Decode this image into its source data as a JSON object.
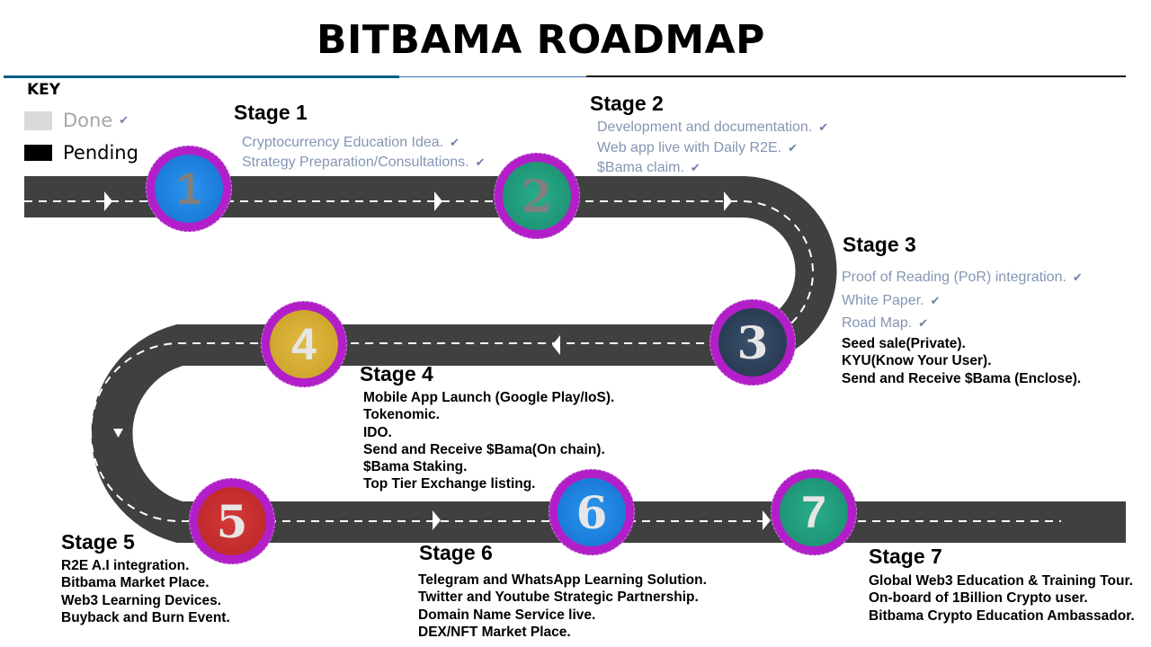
{
  "title": "BITBAMA ROADMAP",
  "key": {
    "heading": "KEY",
    "done_label": "Done",
    "pending_label": "Pending",
    "check_icon": "✔",
    "done_color": "#d9d9d9",
    "pending_color": "#000000"
  },
  "colors": {
    "road": "#404040",
    "marker_ring": "#b21fc9",
    "done_text": "#8495b3",
    "pending_text": "#000000"
  },
  "stages": [
    {
      "number": "1",
      "title": "Stage 1",
      "color": "#1b7fe0",
      "digit_color": "#7f7f7f",
      "items": [
        {
          "text": "Cryptocurrency  Education Idea.",
          "status": "done"
        },
        {
          "text": "Strategy Preparation/Consultations.",
          "status": "done"
        }
      ]
    },
    {
      "number": "2",
      "title": "Stage 2",
      "color": "#1f9e7c",
      "digit_color": "#7f7f7f",
      "items": [
        {
          "text": "Development and documentation.",
          "status": "done"
        },
        {
          "text": "Web app live with Daily R2E.",
          "status": "done"
        },
        {
          "text": "$Bama claim.",
          "status": "done"
        }
      ]
    },
    {
      "number": "3",
      "title": "Stage 3",
      "color": "#2b3d54",
      "digit_color": "#e6e6e6",
      "items": [
        {
          "text": "Proof of Reading (PoR) integration.",
          "status": "done"
        },
        {
          "text": "White Paper.",
          "status": "done"
        },
        {
          "text": "Road Map.",
          "status": "done"
        },
        {
          "text": "Seed sale(Private).",
          "status": "pending"
        },
        {
          "text": "KYU(Know Your User).",
          "status": "pending"
        },
        {
          "text": "Send and Receive $Bama (Enclose).",
          "status": "pending"
        }
      ]
    },
    {
      "number": "4",
      "title": "Stage 4",
      "color": "#d4ac2e",
      "digit_color": "#e6e6e6",
      "items": [
        {
          "text": "Mobile App Launch (Google Play/IoS).",
          "status": "pending"
        },
        {
          "text": "Tokenomic.",
          "status": "pending"
        },
        {
          "text": "IDO.",
          "status": "pending"
        },
        {
          "text": "Send and Receive $Bama(On chain).",
          "status": "pending"
        },
        {
          "text": "$Bama Staking.",
          "status": "pending"
        },
        {
          "text": "Top Tier Exchange listing.",
          "status": "pending"
        }
      ]
    },
    {
      "number": "5",
      "title": "Stage 5",
      "color": "#c62b2b",
      "digit_color": "#e6e6e6",
      "items": [
        {
          "text": "R2E A.I integration.",
          "status": "pending"
        },
        {
          "text": "Bitbama Market Place.",
          "status": "pending"
        },
        {
          "text": "Web3 Learning Devices.",
          "status": "pending"
        },
        {
          "text": "Buyback and Burn Event.",
          "status": "pending"
        }
      ]
    },
    {
      "number": "6",
      "title": "Stage 6",
      "color": "#1b7fe0",
      "digit_color": "#e6e6e6",
      "items": [
        {
          "text": "Telegram and WhatsApp Learning Solution.",
          "status": "pending"
        },
        {
          "text": "Twitter and Youtube Strategic Partnership.",
          "status": "pending"
        },
        {
          "text": "Domain Name Service live.",
          "status": "pending"
        },
        {
          "text": "DEX/NFT Market Place.",
          "status": "pending"
        }
      ]
    },
    {
      "number": "7",
      "title": "Stage 7",
      "color": "#1f9e7c",
      "digit_color": "#e6e6e6",
      "items": [
        {
          "text": "Global Web3 Education & Training Tour.",
          "status": "pending"
        },
        {
          "text": "On-board of 1Billion Crypto user.",
          "status": "pending"
        },
        {
          "text": "Bitbama Crypto Education Ambassador.",
          "status": "pending"
        }
      ]
    }
  ]
}
